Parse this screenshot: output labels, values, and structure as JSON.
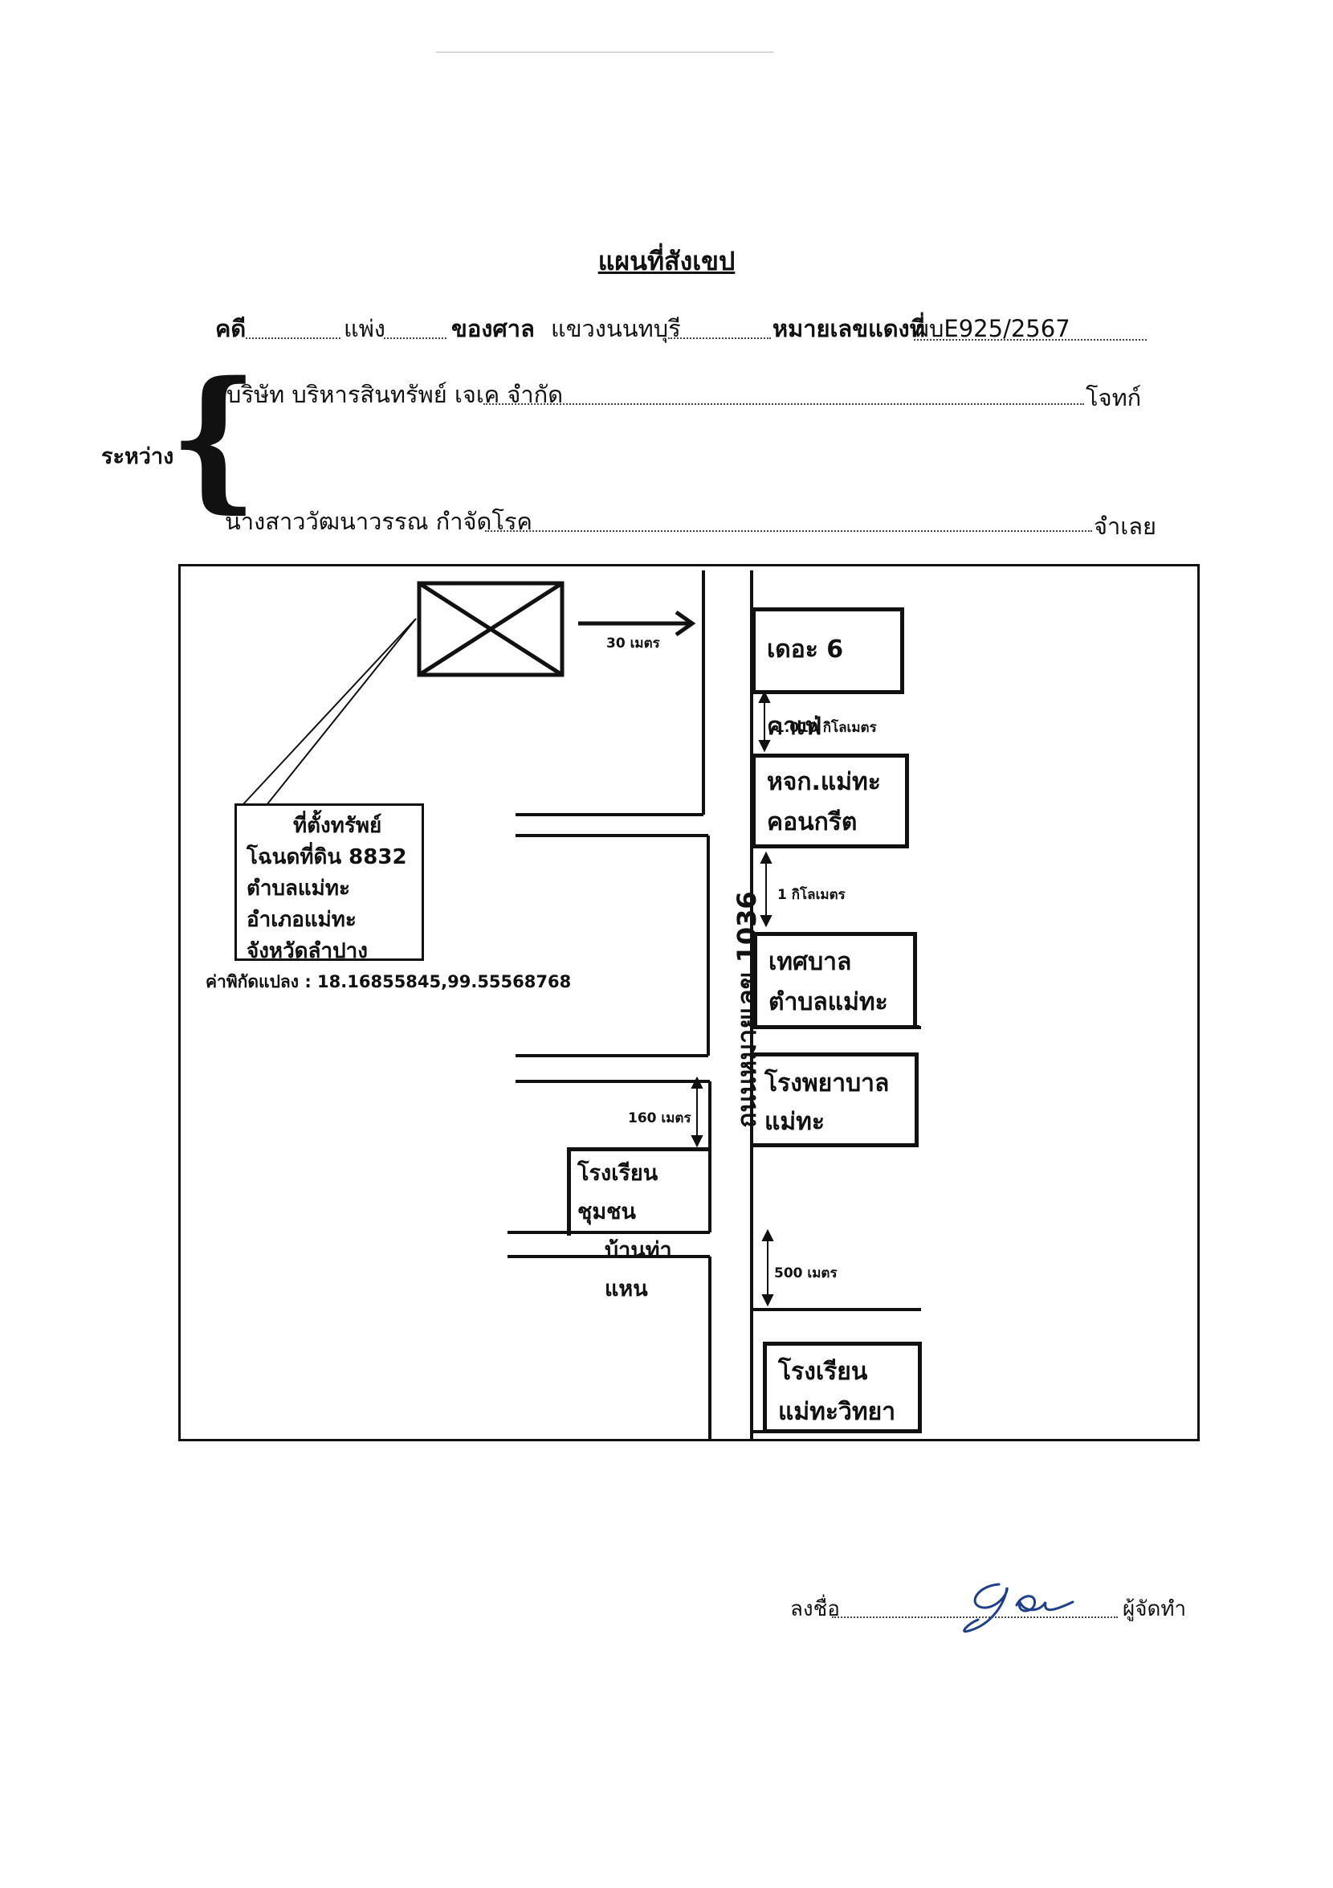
{
  "title": "แผนที่สังเขป",
  "header": {
    "case_label": "คดี",
    "case_type": "แพ่ง",
    "court_label": "ของศาล",
    "court_name": "แขวงนนทบุรี",
    "red_number_label": "หมายเลขแดงที่",
    "red_number": "ผบE925/2567"
  },
  "parties": {
    "between_label": "ระหว่าง",
    "plaintiff_name": "บริษัท บริหารสินทรัพย์ เจเค จำกัด",
    "plaintiff_role": "โจทก์",
    "defendant_name": "นางสาววัฒนาวรรณ กำจัดโรค",
    "defendant_role": "จำเลย"
  },
  "map": {
    "road_label": "ถนนหมายเลข 1036",
    "property_callout": {
      "line1": "ที่ตั้งทรัพย์",
      "line2": "โฉนดที่ดิน 8832",
      "line3": "ตำบลแม่ทะ",
      "line4": "อำเภอแม่ทะ",
      "line5": "จังหวัดลำปาง"
    },
    "coordinates": "ค่าพิกัดแปลง : 18.16855845,99.55568768",
    "distances": {
      "property_to_road": "30 เมตร",
      "cafe_to_concrete": "1.010 กิโลเมตร",
      "concrete_to_municipality": "1 กิโลเมตร",
      "school_side": "160 เมตร",
      "hospital_to_school": "500 เมตร"
    },
    "places": {
      "cafe": "เดอะ 6 คาเฟ่",
      "concrete_line1": "หจก.แม่ทะ",
      "concrete_line2": "คอนกรีต",
      "municipality_line1": "เทศบาล",
      "municipality_line2": "ตำบลแม่ทะ",
      "hospital_line1": "โรงพยาบาล",
      "hospital_line2": "แม่ทะ",
      "community_school_line1": "โรงเรียนชุมชน",
      "community_school_line2": "บ้านท่าแหน",
      "wittaya_school_line1": "โรงเรียน",
      "wittaya_school_line2": "แม่ทะวิทยา"
    }
  },
  "signature": {
    "sign_label": "ลงชื่อ",
    "role": "ผู้จัดทำ"
  }
}
